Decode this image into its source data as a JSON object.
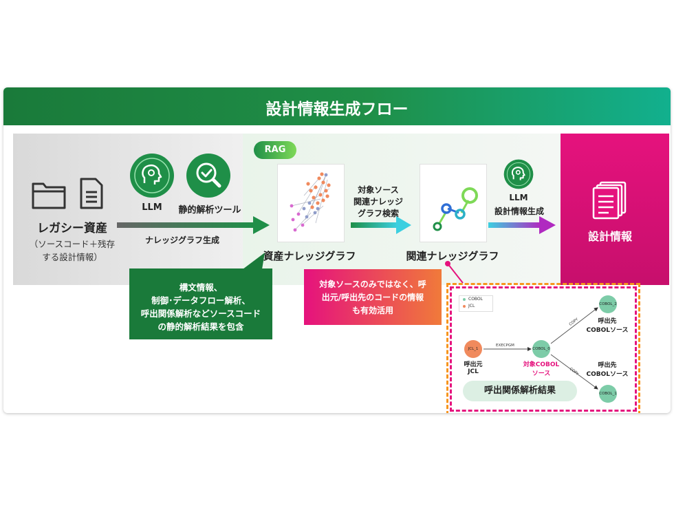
{
  "header": {
    "title": "設計情報生成フロー"
  },
  "rag_badge": "RAG",
  "legacy": {
    "title": "レガシー資産",
    "sub1": "（ソースコード＋残存",
    "sub2": "する設計情報）"
  },
  "tools": {
    "llm": "LLM",
    "static": "静的解析ツール",
    "arrow_label": "ナレッジグラフ生成"
  },
  "asset_graph": {
    "label": "資産ナレッジグラフ"
  },
  "search": {
    "line1": "対象ソース",
    "line2": "関連ナレッジ",
    "line3": "グラフ検索"
  },
  "related_graph": {
    "label": "関連ナレッジグラフ"
  },
  "gen": {
    "llm": "LLM",
    "label": "設計情報生成"
  },
  "output": {
    "label": "設計情報"
  },
  "green_callout": {
    "line1": "構文情報、",
    "line2": "制御･データフロー解析、",
    "line3": "呼出関係解析などソースコード",
    "line4": "の静的解析結果を包含"
  },
  "pink_callout": {
    "line1": "対象ソースのみではなく、呼",
    "line2": "出元/呼出先のコードの情報",
    "line3": "も有効活用"
  },
  "call_diagram": {
    "legend": [
      "COBOL",
      "JCL"
    ],
    "nodes": {
      "jcl": "JCL_1",
      "cobol0": "COBOL_0",
      "cobol2": "COBOL_2",
      "cobol1": "COBOL_1"
    },
    "edges": {
      "execpgm": "EXECPGM",
      "copy": "COPY"
    },
    "caller_line1": "呼出元",
    "caller_line2": "JCL",
    "target_line1": "対象COBOL",
    "target_line2": "ソース",
    "callee_line1": "呼出先",
    "callee_line2": "COBOLソース",
    "result": "呼出関係解析結果"
  },
  "colors": {
    "green": "#1a7a3a",
    "teal": "#12b08e",
    "magenta": "#e5127d",
    "orange": "#f7941d",
    "cobol_node": "#7dcca8",
    "jcl_node": "#f08a5d"
  }
}
